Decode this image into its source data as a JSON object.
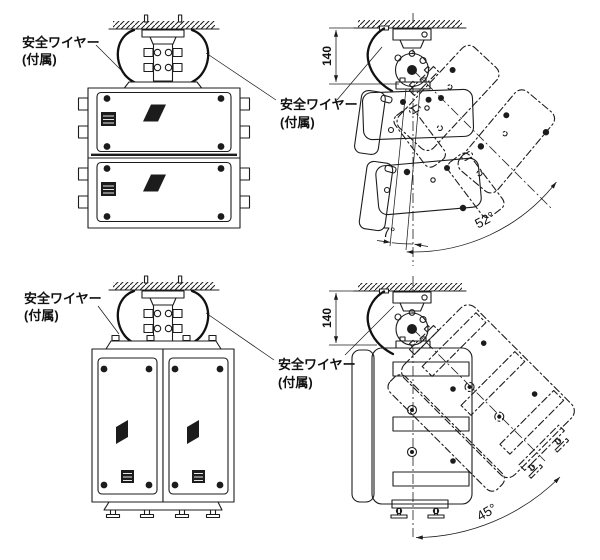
{
  "labels": {
    "top_left": {
      "line1": "安全ワイヤー",
      "line2": "(付属)"
    },
    "top_middle": {
      "line1": "安全ワイヤー",
      "line2": "(付属)"
    },
    "bottom_left": {
      "line1": "安全ワイヤー",
      "line2": "(付属)"
    },
    "bottom_middle": {
      "line1": "安全ワイヤー",
      "line2": "(付属)"
    }
  },
  "dimensions": {
    "top_drop": "140",
    "bottom_drop": "140"
  },
  "angles": {
    "top_small": "7°",
    "top_large": "52°",
    "bottom": "45°"
  }
}
